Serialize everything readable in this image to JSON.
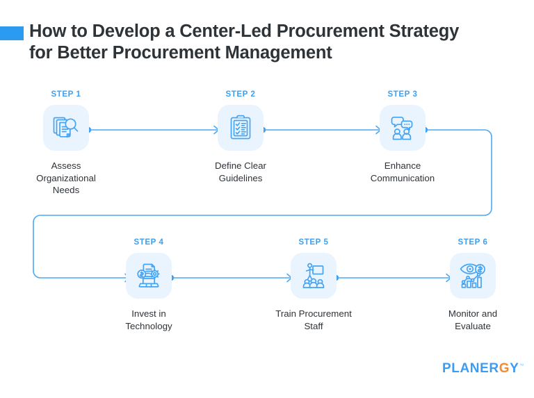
{
  "title": {
    "line1": "How to Develop a Center-Led Procurement Strategy",
    "line2": "for Better Procurement Management",
    "marker_color": "#2a9bf0",
    "text_color": "#2e3338"
  },
  "theme": {
    "accent_blue": "#3ba0f2",
    "line_blue": "#4aa8f5",
    "icon_box_bg": "#e9f4fe",
    "icon_stroke": "#45a3f3",
    "background": "#ffffff"
  },
  "steps": [
    {
      "label": "STEP 1",
      "title_line1": "Assess",
      "title_line2": "Organizational",
      "title_line3": "Needs",
      "icon": "documents-magnifier-icon"
    },
    {
      "label": "STEP 2",
      "title_line1": "Define Clear",
      "title_line2": "Guidelines",
      "title_line3": "",
      "icon": "clipboard-checklist-icon"
    },
    {
      "label": "STEP 3",
      "title_line1": "Enhance",
      "title_line2": "Communication",
      "title_line3": "",
      "icon": "people-speech-bubbles-icon"
    },
    {
      "label": "STEP 4",
      "title_line1": "Invest in",
      "title_line2": "Technology",
      "title_line3": "",
      "icon": "laptop-document-gear-icon"
    },
    {
      "label": "STEP 5",
      "title_line1": "Train Procurement",
      "title_line2": "Staff",
      "title_line3": "",
      "icon": "presenter-audience-icon"
    },
    {
      "label": "STEP 6",
      "title_line1": "Monitor and",
      "title_line2": "Evaluate",
      "title_line3": "",
      "icon": "eye-dollar-barchart-icon"
    }
  ],
  "logo": {
    "text_before": "PLANER",
    "accent_letter": "G",
    "text_after": "Y",
    "trademark": "™",
    "primary_color": "#3b9cf4",
    "accent_color": "#f58a2e"
  }
}
